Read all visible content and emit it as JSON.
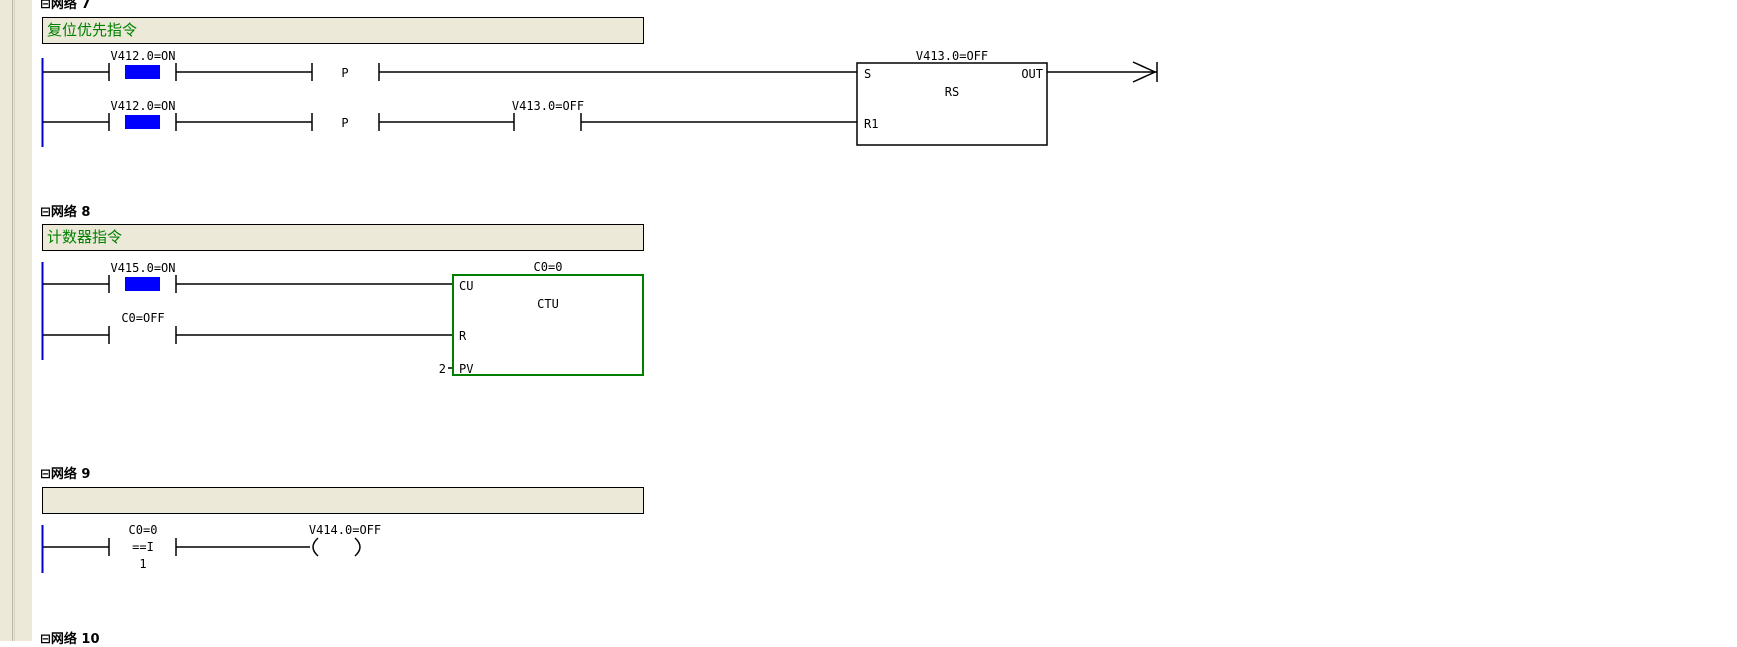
{
  "networks": [
    {
      "title": "网络 7",
      "comment": "复位优先指令",
      "contact1_label": "V412.0=ON",
      "contact2_label": "V412.0=ON",
      "edge1_label": "P",
      "edge2_label": "P",
      "contact3_label": "V413.0=OFF",
      "block_title": "V413.0=OFF",
      "block_name": "RS",
      "pin_s": "S",
      "pin_r1": "R1",
      "pin_out": "OUT"
    },
    {
      "title": "网络 8",
      "comment": "计数器指令",
      "contact1_label": "V415.0=ON",
      "contact2_label": "C0=OFF",
      "block_title": "C0=0",
      "block_name": "CTU",
      "pin_cu": "CU",
      "pin_r": "R",
      "pin_pv": "PV",
      "pv_value": "2"
    },
    {
      "title": "网络 9",
      "comment": "",
      "compare_top": "C0=0",
      "compare_op": "==I",
      "compare_bottom": "1",
      "coil_label": "V414.0=OFF"
    },
    {
      "title": "网络 10"
    }
  ],
  "colors": {
    "power_rail": "#0000cc",
    "active_contact": "#0000ff",
    "ctu_border": "#008000",
    "comment_text": "#008000"
  }
}
